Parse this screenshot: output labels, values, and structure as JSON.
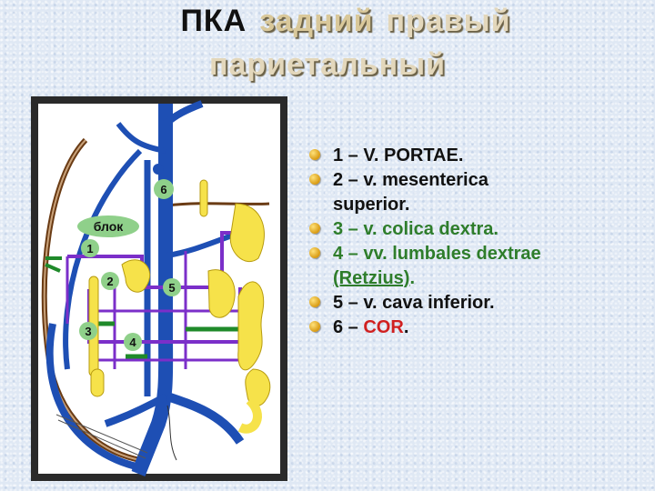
{
  "title": {
    "word1": "ПКА",
    "word2": "задний",
    "word3": "правый",
    "line2": "париетальный"
  },
  "diagram": {
    "labels": {
      "block": "блок",
      "n1": "1",
      "n2": "2",
      "n3": "3",
      "n4": "4",
      "n5": "5",
      "n6": "6"
    }
  },
  "legend": {
    "item1": {
      "text": "1 – V.  PORTAE."
    },
    "item2": {
      "line1": "2 – v.  mesenterica",
      "line2": "superior."
    },
    "item3": {
      "text": "3 – v.  colica  dextra."
    },
    "item4": {
      "line1": "4 – vv.  lumbales  dextrae",
      "line2": "(Retzius)",
      "line2_end": "."
    },
    "item5": {
      "text": "5 – v.  cava  inferior."
    },
    "item6": {
      "prefix": "6 – ",
      "highlight": "COR",
      "suffix": "."
    }
  },
  "colors": {
    "vein_blue": "#1e4fb4",
    "portal_blue": "#2a5fd0",
    "organ_yellow": "#f6e24a",
    "anastomosis_purple": "#7b2fc9",
    "lumbar_green": "#1f8a2a",
    "gut_brown": "#6a3b14",
    "label_green": "#2e7d2b",
    "label_red": "#d02020",
    "bullet_gold": "#e0a820"
  }
}
